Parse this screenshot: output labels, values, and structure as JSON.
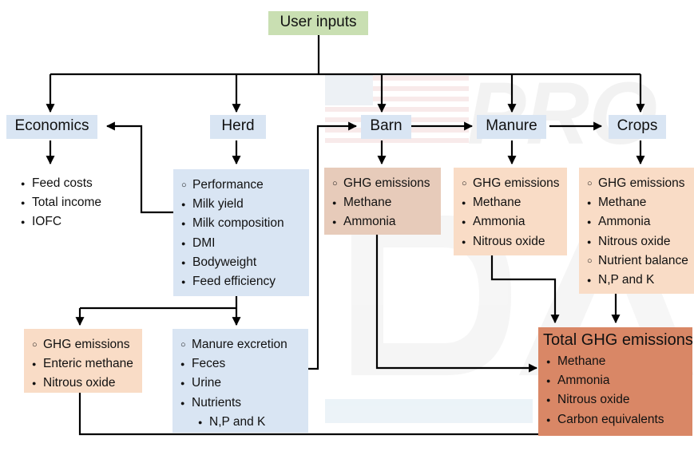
{
  "inputs": {
    "label": "User inputs"
  },
  "economics": {
    "label": "Economics",
    "items": [
      "Feed costs",
      "Total income",
      "IOFC"
    ]
  },
  "herd": {
    "label": "Herd",
    "items": [
      {
        "text": "Performance",
        "bullet": "open"
      },
      {
        "text": "Milk yield",
        "bullet": "filled"
      },
      {
        "text": "Milk composition",
        "bullet": "filled"
      },
      {
        "text": "DMI",
        "bullet": "filled"
      },
      {
        "text": "Bodyweight",
        "bullet": "filled"
      },
      {
        "text": "Feed efficiency",
        "bullet": "filled"
      }
    ]
  },
  "barn": {
    "label": "Barn",
    "items": [
      {
        "text": "GHG emissions",
        "bullet": "open"
      },
      {
        "text": "Methane",
        "bullet": "filled"
      },
      {
        "text": "Ammonia",
        "bullet": "filled"
      }
    ]
  },
  "manure": {
    "label": "Manure",
    "items": [
      {
        "text": "GHG emissions",
        "bullet": "open"
      },
      {
        "text": "Methane",
        "bullet": "filled"
      },
      {
        "text": "Ammonia",
        "bullet": "filled"
      },
      {
        "text": "Nitrous oxide",
        "bullet": "filled"
      }
    ]
  },
  "crops": {
    "label": "Crops",
    "items": [
      {
        "text": "GHG emissions",
        "bullet": "open"
      },
      {
        "text": "Methane",
        "bullet": "filled"
      },
      {
        "text": "Ammonia",
        "bullet": "filled"
      },
      {
        "text": "Nitrous oxide",
        "bullet": "filled"
      },
      {
        "text": "Nutrient balance",
        "bullet": "open"
      },
      {
        "text": "N,P and K",
        "bullet": "filled"
      }
    ]
  },
  "animal_emissions": {
    "items": [
      {
        "text": "GHG emissions",
        "bullet": "open"
      },
      {
        "text": "Enteric methane",
        "bullet": "filled"
      },
      {
        "text": "Nitrous oxide",
        "bullet": "filled"
      }
    ]
  },
  "excretion": {
    "items": [
      {
        "text": "Manure excretion",
        "bullet": "open"
      },
      {
        "text": "Feces",
        "bullet": "filled"
      },
      {
        "text": "Urine",
        "bullet": "filled"
      },
      {
        "text": "Nutrients",
        "bullet": "filled"
      },
      {
        "text": "N,P and K",
        "bullet": "filled",
        "indent": true
      }
    ]
  },
  "total": {
    "title": "Total GHG emissions",
    "items": [
      "Methane",
      "Ammonia",
      "Nitrous oxide",
      "Carbon equivalents"
    ]
  },
  "colors": {
    "inputs": "#c9dfb2",
    "blue": "#d9e5f3",
    "peach": "#f9dcc6",
    "tan": "#e7cbba",
    "total": "#d98766"
  }
}
